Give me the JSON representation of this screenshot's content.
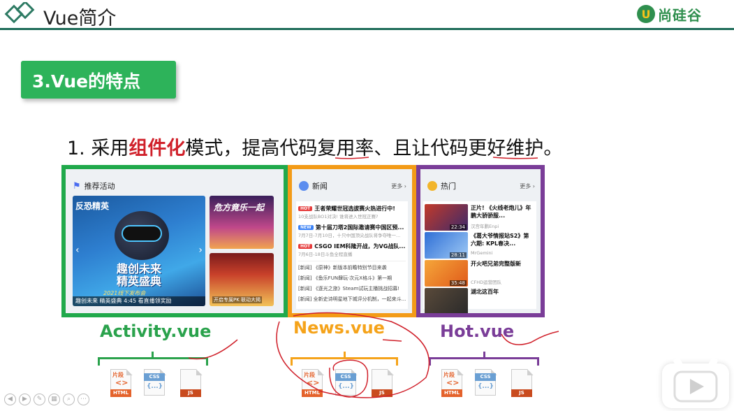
{
  "header": {
    "title": "Vue简介",
    "brand_mark": "U",
    "brand_text": "尚硅谷"
  },
  "section": {
    "label": "3.Vue的特点"
  },
  "subtitle": {
    "prefix": "1. 采用",
    "highlight": "组件化",
    "mid1": "模式，提高代码",
    "under1": "复用",
    "mid2": "率、且让代码",
    "under2": "更好",
    "suffix": "维护。"
  },
  "activity": {
    "title": "推荐活动",
    "banner_brand": "反恐精英",
    "banner_title": "趣创未来\n精英盛典",
    "banner_sub": "2021线下发布会",
    "banner_bar": "趣创未来 精英盛典 4:45 看直播领奖励",
    "side1_text": "危方竟乐一起",
    "side2_text": "",
    "side2_foot": "开启专属PK 联动大揭"
  },
  "news": {
    "title": "新闻",
    "more": "更多 ›",
    "items": [
      {
        "tag": "HOT",
        "tag_color": "#e63c3c",
        "title": "王者荣耀世冠选拔赛火热进行中!",
        "sub": "10支战队BO1对决! 谁将进入世冠正赛?"
      },
      {
        "tag": "NEW",
        "tag_color": "#3b82f6",
        "title": "第十届刀塔2国际邀请赛中国区预...",
        "sub": "7月7日-7月10日，十只中国顶尖战队将争夺唯一..."
      },
      {
        "tag": "HOT",
        "tag_color": "#e63c3c",
        "title": "CSGO IEM科隆开战，为VG战队...",
        "sub": "7月6日-18日斗鱼全程直播"
      }
    ],
    "plain": [
      "[新闻] 《原神》新版本前瞻特别节目来袭",
      "[新闻] 《鱼乐FUN肆玩·次元X格斗》第一期",
      "[新闻] 《逐光之旅》Steam试玩主播挑战招募!",
      "[新闻] 全新史诗明星地下城评分机制，一起来斗..."
    ]
  },
  "hot": {
    "title": "热门",
    "more": "更多 ›",
    "items": [
      {
        "title": "正片! 《火线老炮儿》年鹏大骄骄服...",
        "author": "汉宫年鹏Enpi",
        "dur": "22:34"
      },
      {
        "title": "《葛大爷情报站S2》第六期: KPL春决...",
        "author": "MrGemini",
        "dur": "28:11"
      },
      {
        "title": "开火吧兄弟完整版新",
        "author": "CFHD运营团队",
        "dur": "35:48"
      },
      {
        "title": "湖北这百年",
        "author": "",
        "dur": ""
      }
    ]
  },
  "labels": {
    "activity": "Activity.vue",
    "news": "News.vue",
    "hot": "Hot.vue"
  },
  "files": {
    "html_top": "片段",
    "html_mid": "<>",
    "html_tag": "HTML",
    "css_top": "CSS",
    "css_mid": "{...}",
    "js_tag": "JS"
  },
  "colors": {
    "accent_green": "#2db35a",
    "activity": "#20a94b",
    "news": "#f39b17",
    "hot": "#7a3d98",
    "annotation_red": "#d0202a"
  }
}
